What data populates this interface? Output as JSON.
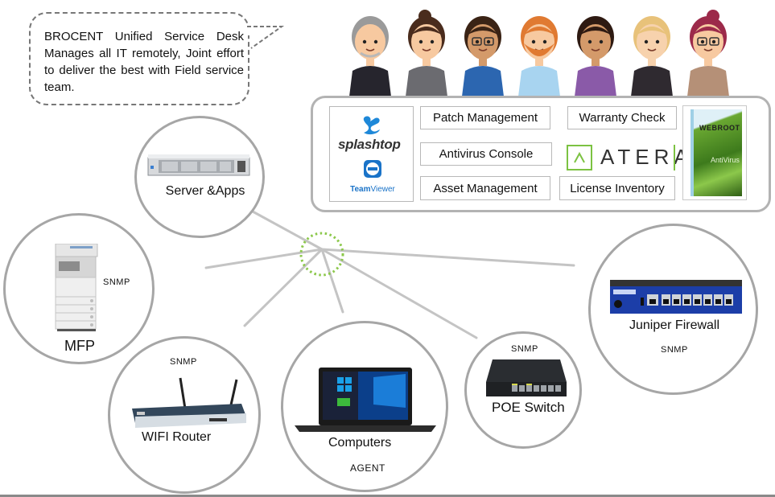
{
  "bubble": {
    "text": "BROCENT Unified Service Desk Manages all IT remotely, Joint effort to deliver the best with Field service team."
  },
  "team": {
    "members": [
      {
        "name": "bald-man",
        "skin": "#f7c9a0",
        "hair": "#9a9a9a",
        "shirt": "#26252d"
      },
      {
        "name": "woman-bun",
        "skin": "#f7c9a0",
        "hair": "#4a2c1d",
        "shirt": "#6b6b70"
      },
      {
        "name": "man-glasses",
        "skin": "#d49a6a",
        "hair": "#3a2315",
        "shirt": "#2c66b0"
      },
      {
        "name": "bearded-man",
        "skin": "#f7c9a0",
        "hair": "#e07a32",
        "shirt": "#a8d4f0"
      },
      {
        "name": "woman-long-hair",
        "skin": "#d49a6a",
        "hair": "#2e1a12",
        "shirt": "#8a5aa8"
      },
      {
        "name": "blonde-man",
        "skin": "#f7d2ad",
        "hair": "#e8c27a",
        "shirt": "#2f2a30"
      },
      {
        "name": "woman-glasses",
        "skin": "#f7c9a0",
        "hair": "#9c2a4a",
        "shirt": "#b59077"
      }
    ]
  },
  "tools": {
    "remote_access": [
      "splashtop",
      "TeamViewer"
    ],
    "teamviewer_bold": "Team",
    "teamviewer_rest": "Viewer",
    "patch": "Patch Management",
    "antivirus": "Antivirus Console",
    "asset": "Asset Management",
    "warranty": "Warranty Check",
    "rmm": "ATERA",
    "license": "License Inventory",
    "av_product": "WEBROOT",
    "av_product_sub": "AntiVirus"
  },
  "devices": {
    "server": {
      "label": "Server &Apps"
    },
    "mfp": {
      "label": "MFP",
      "protocol": "SNMP"
    },
    "router": {
      "label": "WIFI Router",
      "protocol": "SNMP"
    },
    "computers": {
      "label": "Computers",
      "protocol": "AGENT"
    },
    "switch": {
      "label": "POE Switch",
      "protocol": "SNMP"
    },
    "firewall": {
      "label": "Juniper Firewall",
      "protocol": "SNMP"
    }
  },
  "colors": {
    "hub": "#8cc84b",
    "connector": "#c4c4c4",
    "circle_border": "#a6a6a6",
    "atera_green": "#7cc242",
    "teamviewer_blue": "#1a73c8",
    "splashtop_blue": "#1e88d8"
  }
}
